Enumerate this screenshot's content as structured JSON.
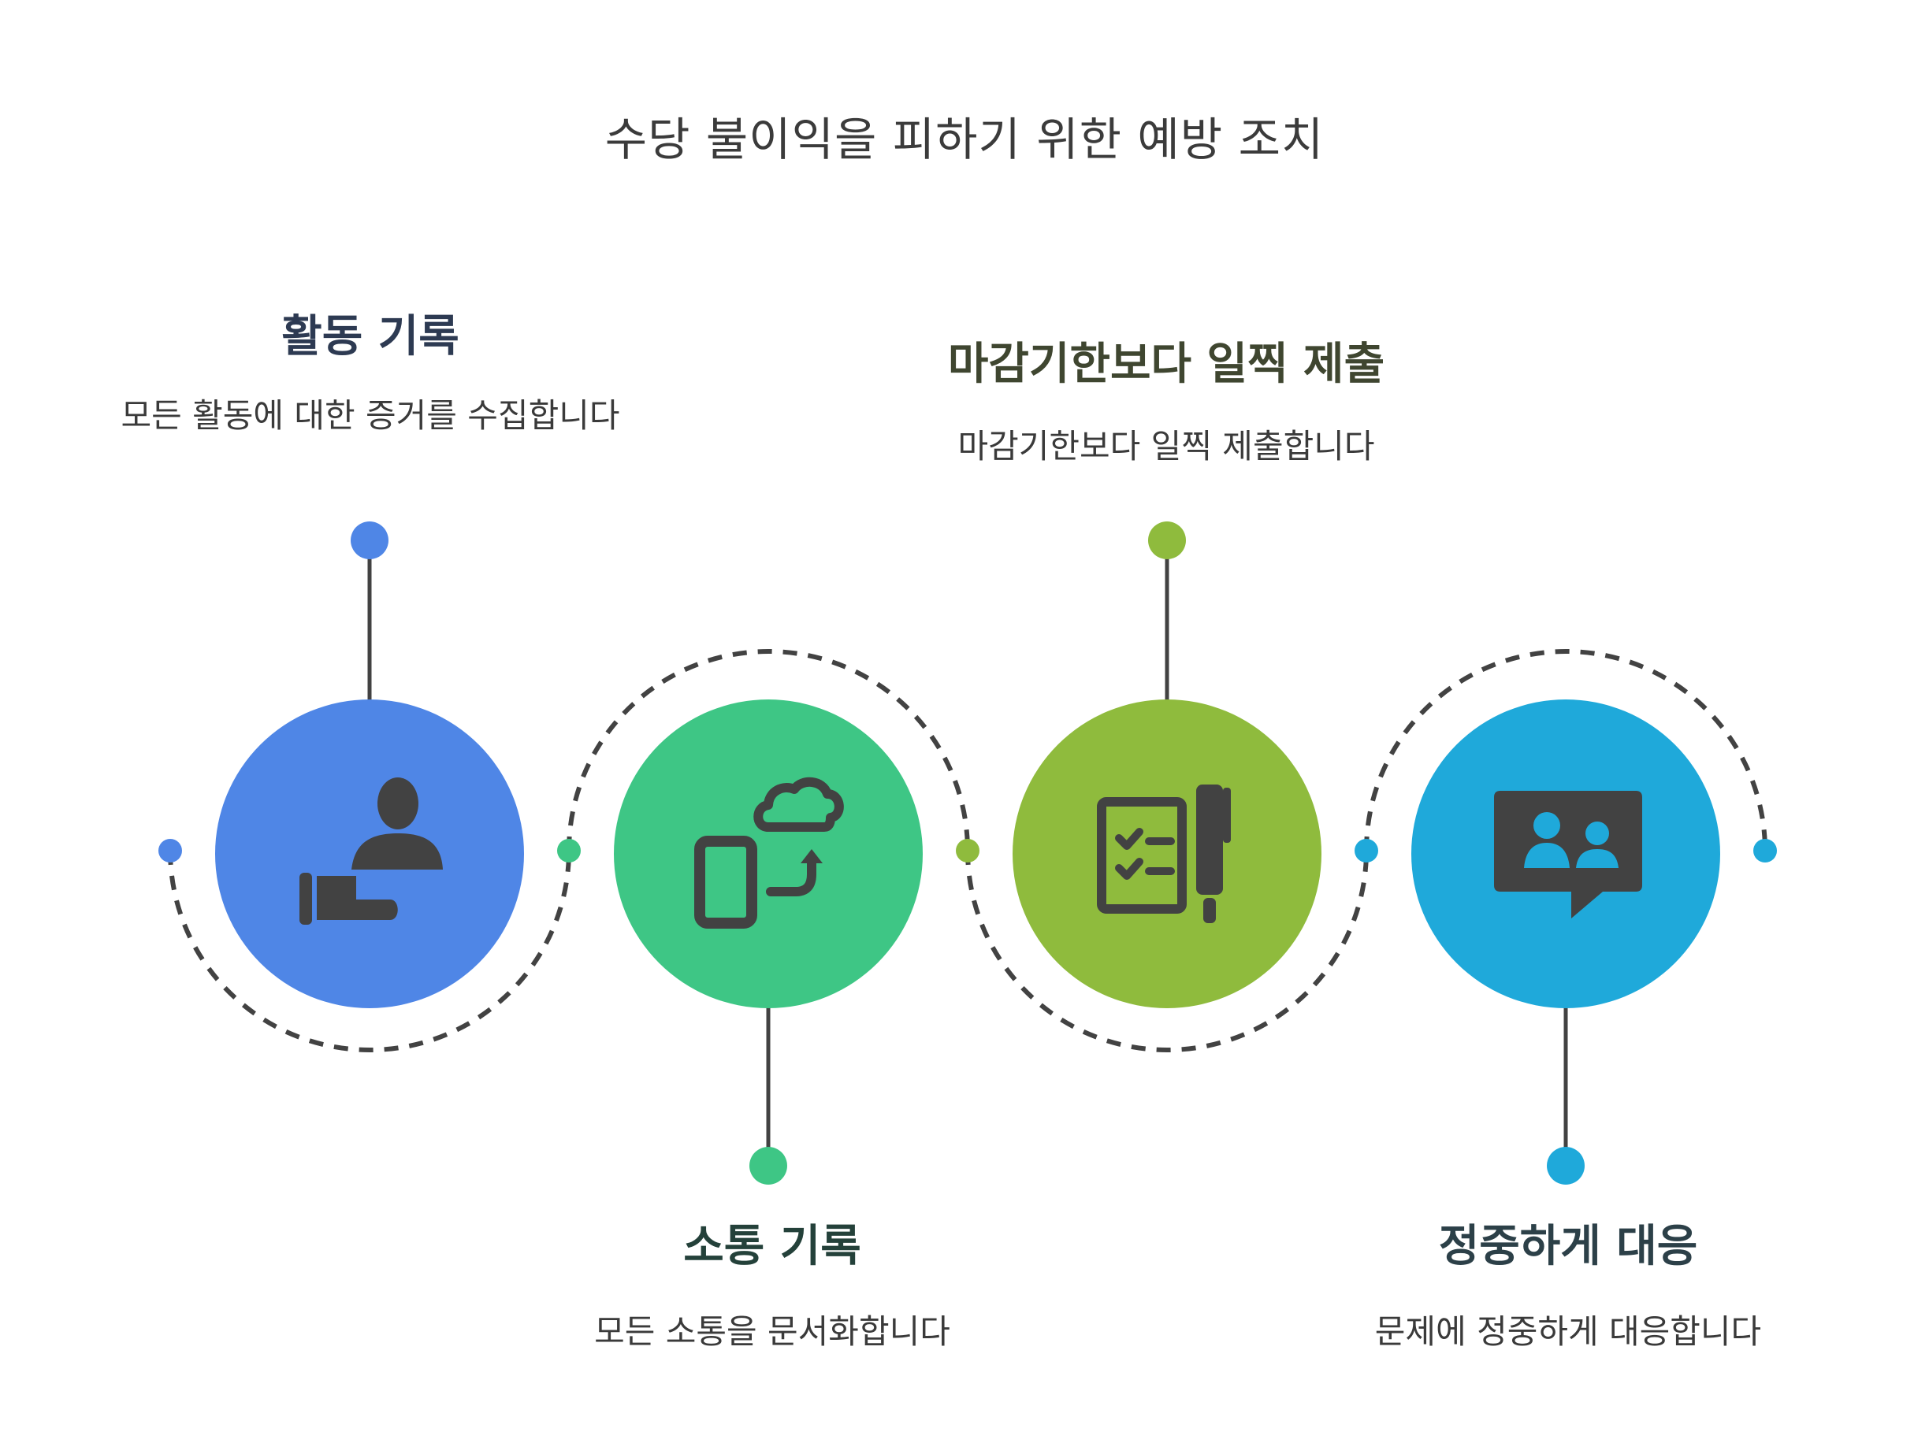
{
  "title": "수당 불이익을 피하기 위한 예방 조치",
  "colors": {
    "step1": "#4f86e6",
    "step2": "#3ec685",
    "step3": "#8fbb3d",
    "step4": "#1fa9da",
    "icon": "#424242",
    "connector": "#424242"
  },
  "steps": [
    {
      "heading": "활동 기록",
      "description": "모든 활동에 대한 증거를 수집합니다",
      "icon": "person-hand-icon"
    },
    {
      "heading": "소통 기록",
      "description": "모든 소통을 문서화합니다",
      "icon": "phone-cloud-sync-icon"
    },
    {
      "heading": "마감기한보다 일찍 제출",
      "description": "마감기한보다 일찍 제출합니다",
      "icon": "checklist-pen-icon"
    },
    {
      "heading": "정중하게 대응",
      "description": "문제에 정중하게 대응합니다",
      "icon": "chat-people-icon"
    }
  ]
}
